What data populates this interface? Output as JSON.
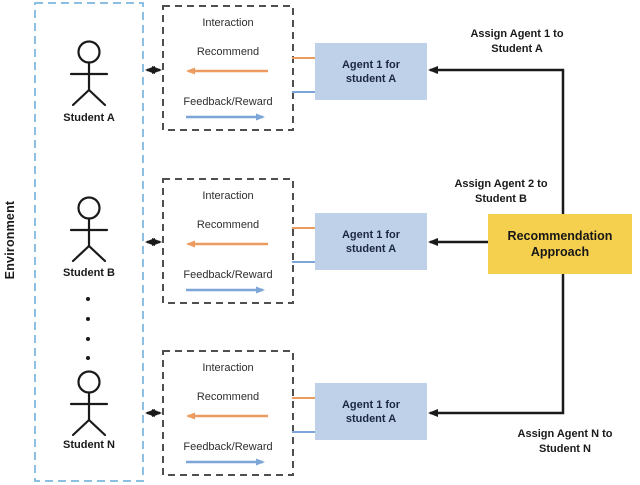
{
  "environment": {
    "label": "Environment"
  },
  "students": [
    {
      "name": "Student A"
    },
    {
      "name": "Student B"
    },
    {
      "name": "Student N"
    }
  ],
  "interaction_boxes": [
    {
      "title": "Interaction",
      "recommend": "Recommend",
      "feedback": "Feedback/Reward"
    },
    {
      "title": "Interaction",
      "recommend": "Recommend",
      "feedback": "Feedback/Reward"
    },
    {
      "title": "Interaction",
      "recommend": "Recommend",
      "feedback": "Feedback/Reward"
    }
  ],
  "agent_boxes": [
    {
      "line1": "Agent 1 for",
      "line2": "student A"
    },
    {
      "line1": "Agent 1 for",
      "line2": "student A"
    },
    {
      "line1": "Agent 1 for",
      "line2": "student A"
    }
  ],
  "recommendation_box": {
    "line1": "Recommendation",
    "line2": "Approach"
  },
  "assign_labels": [
    {
      "line1": "Assign Agent 1 to",
      "line2": "Student A"
    },
    {
      "line1": "Assign Agent 2 to",
      "line2": "Student B"
    },
    {
      "line1": "Assign Agent N to",
      "line2": "Student N"
    }
  ],
  "colors": {
    "orange_arrow": "#EC9C60",
    "blue_arrow": "#7CA6D8",
    "agent_box_fill": "#BFD1E8",
    "recommendation_box_fill": "#F5D04F",
    "environment_border": "#8CC0E2",
    "interaction_border": "#4F4F4F",
    "black_arrow": "#1A1A1A"
  }
}
